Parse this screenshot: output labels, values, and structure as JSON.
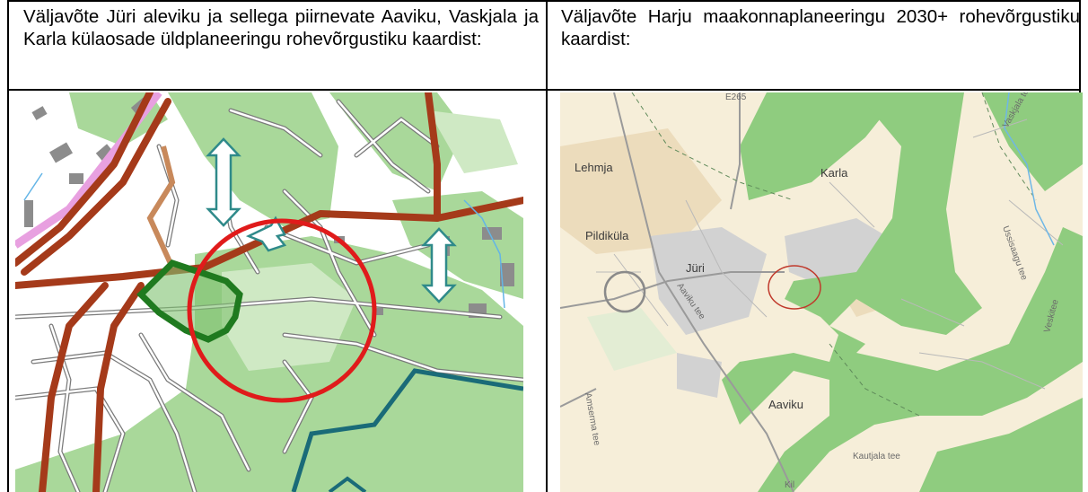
{
  "left_cell": {
    "caption": "Väljavõte Jüri aleviku ja sellega piirnevate Aaviku, Vaskjala ja Karla külaosade üldplaneeringu rohevõrgustiku kaardist:"
  },
  "right_cell": {
    "caption": "Väljavõte Harju maakonnaplaneeringu 2030+ rohevõrgustiku kaardist:",
    "map_labels": {
      "lehmja": "Lehmja",
      "karla": "Karla",
      "pildikula": "Pildiküla",
      "juri": "Jüri",
      "aaviku_tee": "Aaviku tee",
      "aaviku": "Aaviku",
      "amserma_tee": "Amserma tee",
      "kautjala_tee": "Kautjala tee",
      "vaskjala_tee": "Vaskjala tee",
      "veski_tee": "Veskitee",
      "ussisaagu_tee": "Ussisaagu tee",
      "e265": "E265",
      "kil": "Kil"
    }
  },
  "colors": {
    "green_area": "#9ed38f",
    "light_green": "#cfe9c4",
    "road_main": "#a53a1a",
    "road_secondary": "#c8895b",
    "corridor_outline": "#1f7a1f",
    "highlight_circle": "#e01b1b",
    "arrow": "#2f8a8a",
    "boundary": "#1a6b78",
    "base_beige": "#f6eed9"
  }
}
